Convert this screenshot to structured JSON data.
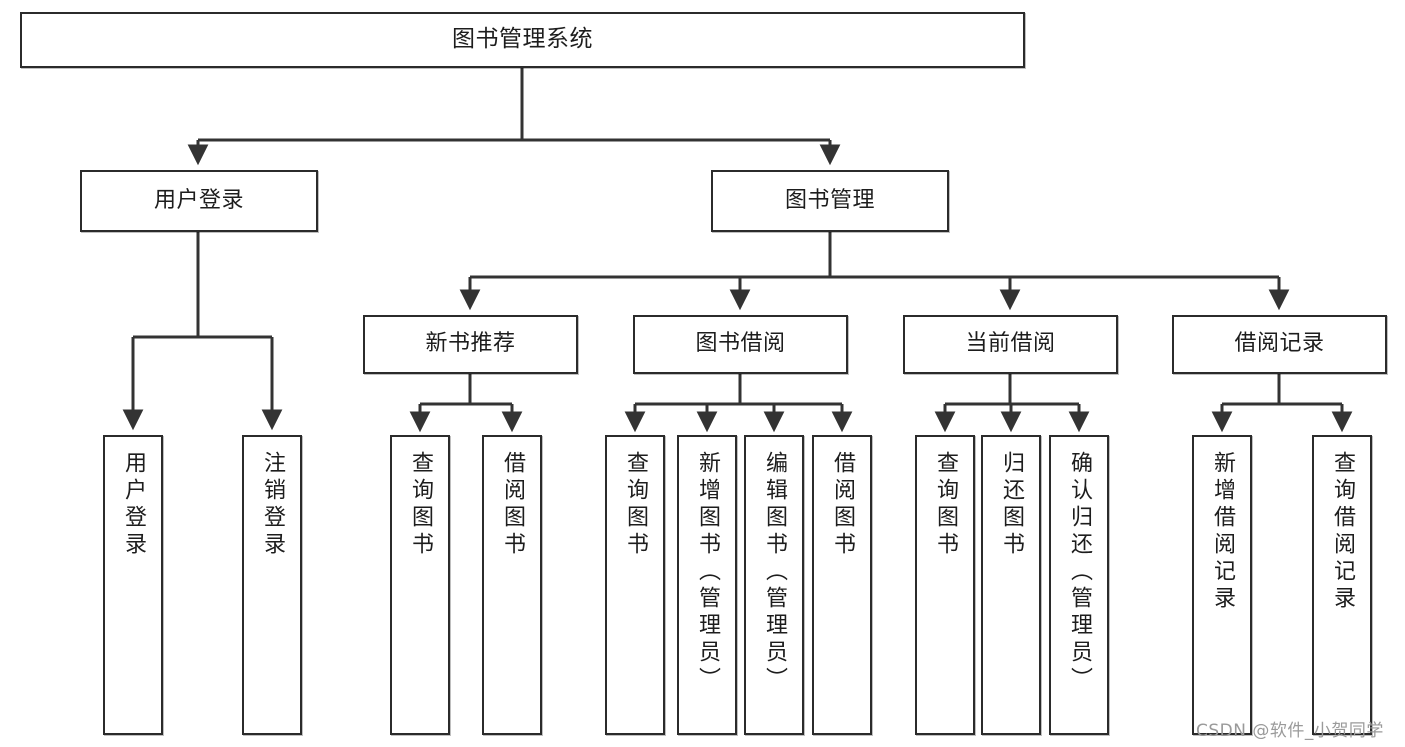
{
  "diagram": {
    "title": "图书管理系统",
    "type": "hierarchy-tree",
    "root": {
      "label": "图书管理系统"
    },
    "level2": [
      {
        "label": "用户登录"
      },
      {
        "label": "图书管理"
      }
    ],
    "level3": [
      {
        "label": "新书推荐"
      },
      {
        "label": "图书借阅"
      },
      {
        "label": "当前借阅"
      },
      {
        "label": "借阅记录"
      }
    ],
    "leaves": {
      "user_login": [
        {
          "label": "用户登录"
        },
        {
          "label": "注销登录"
        }
      ],
      "new_book_recommend": [
        {
          "label": "查询图书"
        },
        {
          "label": "借阅图书"
        }
      ],
      "book_borrow": [
        {
          "label": "查询图书"
        },
        {
          "label": "新增图书（管理员）"
        },
        {
          "label": "编辑图书（管理员）"
        },
        {
          "label": "借阅图书"
        }
      ],
      "current_borrow": [
        {
          "label": "查询图书"
        },
        {
          "label": "归还图书"
        },
        {
          "label": "确认归还（管理员）"
        }
      ],
      "borrow_record": [
        {
          "label": "新增借阅记录"
        },
        {
          "label": "查询借阅记录"
        }
      ]
    }
  },
  "watermark": {
    "text": "CSDN @软件_小贺同学"
  },
  "colors": {
    "border": "#2b2b2b",
    "text": "#1d1d1d",
    "background": "#ffffff",
    "connector": "#333333",
    "watermark": "#9a9a9a"
  }
}
